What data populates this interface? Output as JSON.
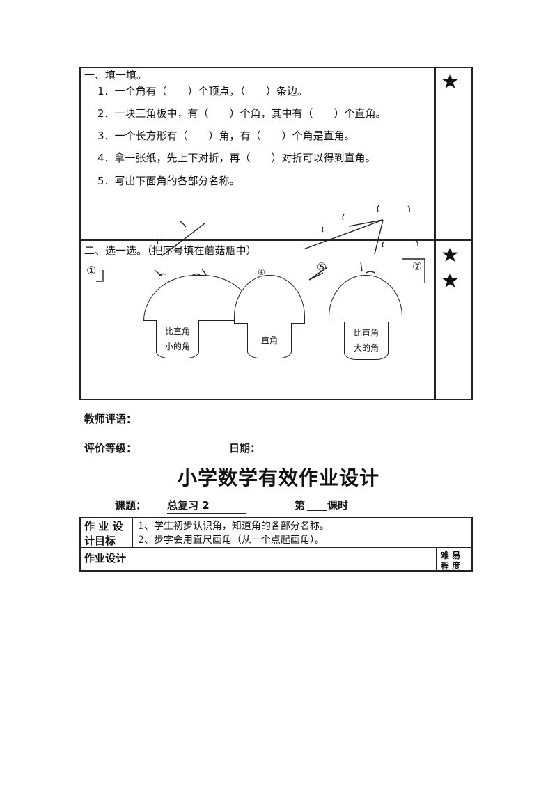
{
  "section1": {
    "heading": "一、填一填。",
    "questions": [
      "1．一个角有（　　）个顶点，（　　）条边。",
      "2．一块三角板中，有（　　）个角，其中有（　　）个直角。",
      "3．一个长方形有（　　）角，有（　　）个角是直角。",
      "4．拿一张纸，先上下对折，再（　　）对折可以得到直角。",
      "5．写出下面角的各部分名称。"
    ],
    "stars": "★"
  },
  "section2": {
    "heading": "二、选一选。（把序号填在蘑菇瓶中）",
    "stars_1": "★",
    "stars_2": "★",
    "labels": {
      "n1": "①",
      "n4": "④",
      "n5": "⑤",
      "n7": "⑦"
    },
    "mushrooms": [
      {
        "line1": "比直角",
        "line2": "小的角"
      },
      {
        "line1": "直角",
        "line2": ""
      },
      {
        "line1": "比直角",
        "line2": "大的角"
      }
    ]
  },
  "footer": {
    "comment": "教师评语：",
    "grade": "评价等级：",
    "date": "日期："
  },
  "page2": {
    "title": "小学数学有效作业设计",
    "topic_label": "课题：",
    "topic_value": "总复习 2",
    "lesson_prefix": "第",
    "lesson_suffix": "课时",
    "goal_label_1": "作 业 设",
    "goal_label_2": "计目标",
    "goals": [
      "1、学生初步认识角，知道角的各部分名称。",
      "2、步学会用直尺画角（从一个点起画角）。"
    ],
    "design_label": "作业设计",
    "difficulty_1": "难 易",
    "difficulty_2": "程 度"
  }
}
